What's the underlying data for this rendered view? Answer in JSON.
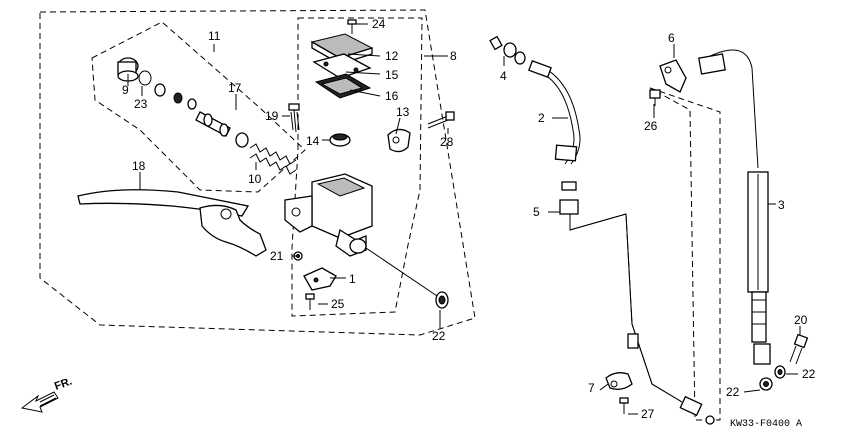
{
  "diagram": {
    "code": "KW33-F0400 A",
    "direction_label": "FR.",
    "callouts": {
      "c1": "1",
      "c2": "2",
      "c3": "3",
      "c4": "4",
      "c5": "5",
      "c6": "6",
      "c7": "7",
      "c8": "8",
      "c9": "9",
      "c10": "10",
      "c11": "11",
      "c12": "12",
      "c13": "13",
      "c14": "14",
      "c15": "15",
      "c16": "16",
      "c17": "17",
      "c18": "18",
      "c19": "19",
      "c20": "20",
      "c21": "21",
      "c22a": "22",
      "c22b": "22",
      "c22c": "22",
      "c23": "23",
      "c24": "24",
      "c25": "25",
      "c26": "26",
      "c27": "27",
      "c28": "28"
    }
  }
}
